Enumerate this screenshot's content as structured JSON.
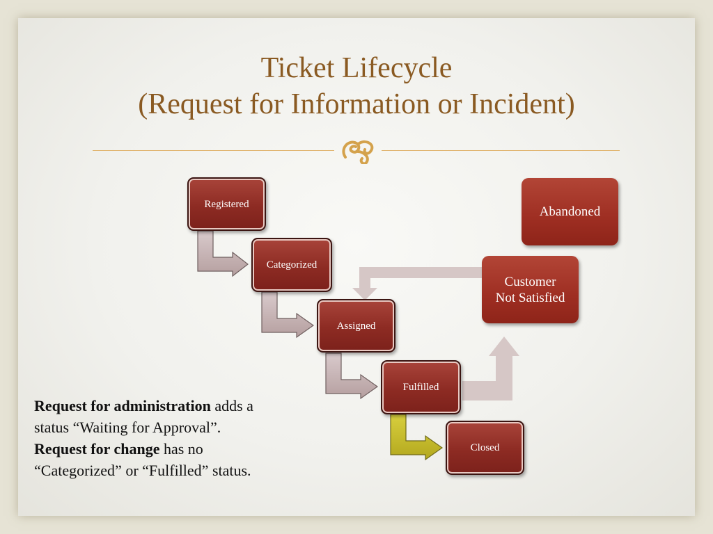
{
  "title": {
    "line1": "Ticket Lifecycle",
    "line2": "(Request for Information or Incident)"
  },
  "ornament": {
    "icon": "flourish-icon",
    "color": "#d4a24c"
  },
  "states": {
    "registered": "Registered",
    "categorized": "Categorized",
    "assigned": "Assigned",
    "fulfilled": "Fulfilled",
    "closed": "Closed",
    "abandoned": "Abandoned",
    "customer_not_satisfied": "Customer Not Satisfied"
  },
  "colors": {
    "state_box": "#8d2b23",
    "step_arrow": "#c7b5b3",
    "close_arrow": "#c8bd2a",
    "feedback_arrow": "#d6c7c6"
  },
  "note": {
    "admin_bold": "Request for administration",
    "admin_text": " adds a status “Waiting for Approval”.",
    "change_bold": "Request for change",
    "change_text": " has no “Categorized” or “Fulfilled” status."
  }
}
